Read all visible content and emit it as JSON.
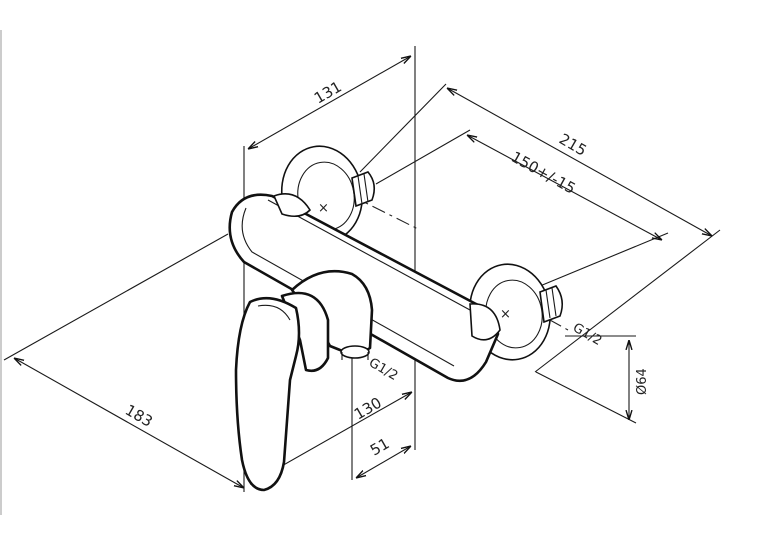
{
  "dimensions": {
    "d131": "131",
    "d215": "215",
    "d150": "150+/-15",
    "g12_right": "G1/2",
    "g12_left": "G1/2",
    "d64": "Ø64",
    "d183": "183",
    "d130": "130",
    "d51": "51"
  }
}
